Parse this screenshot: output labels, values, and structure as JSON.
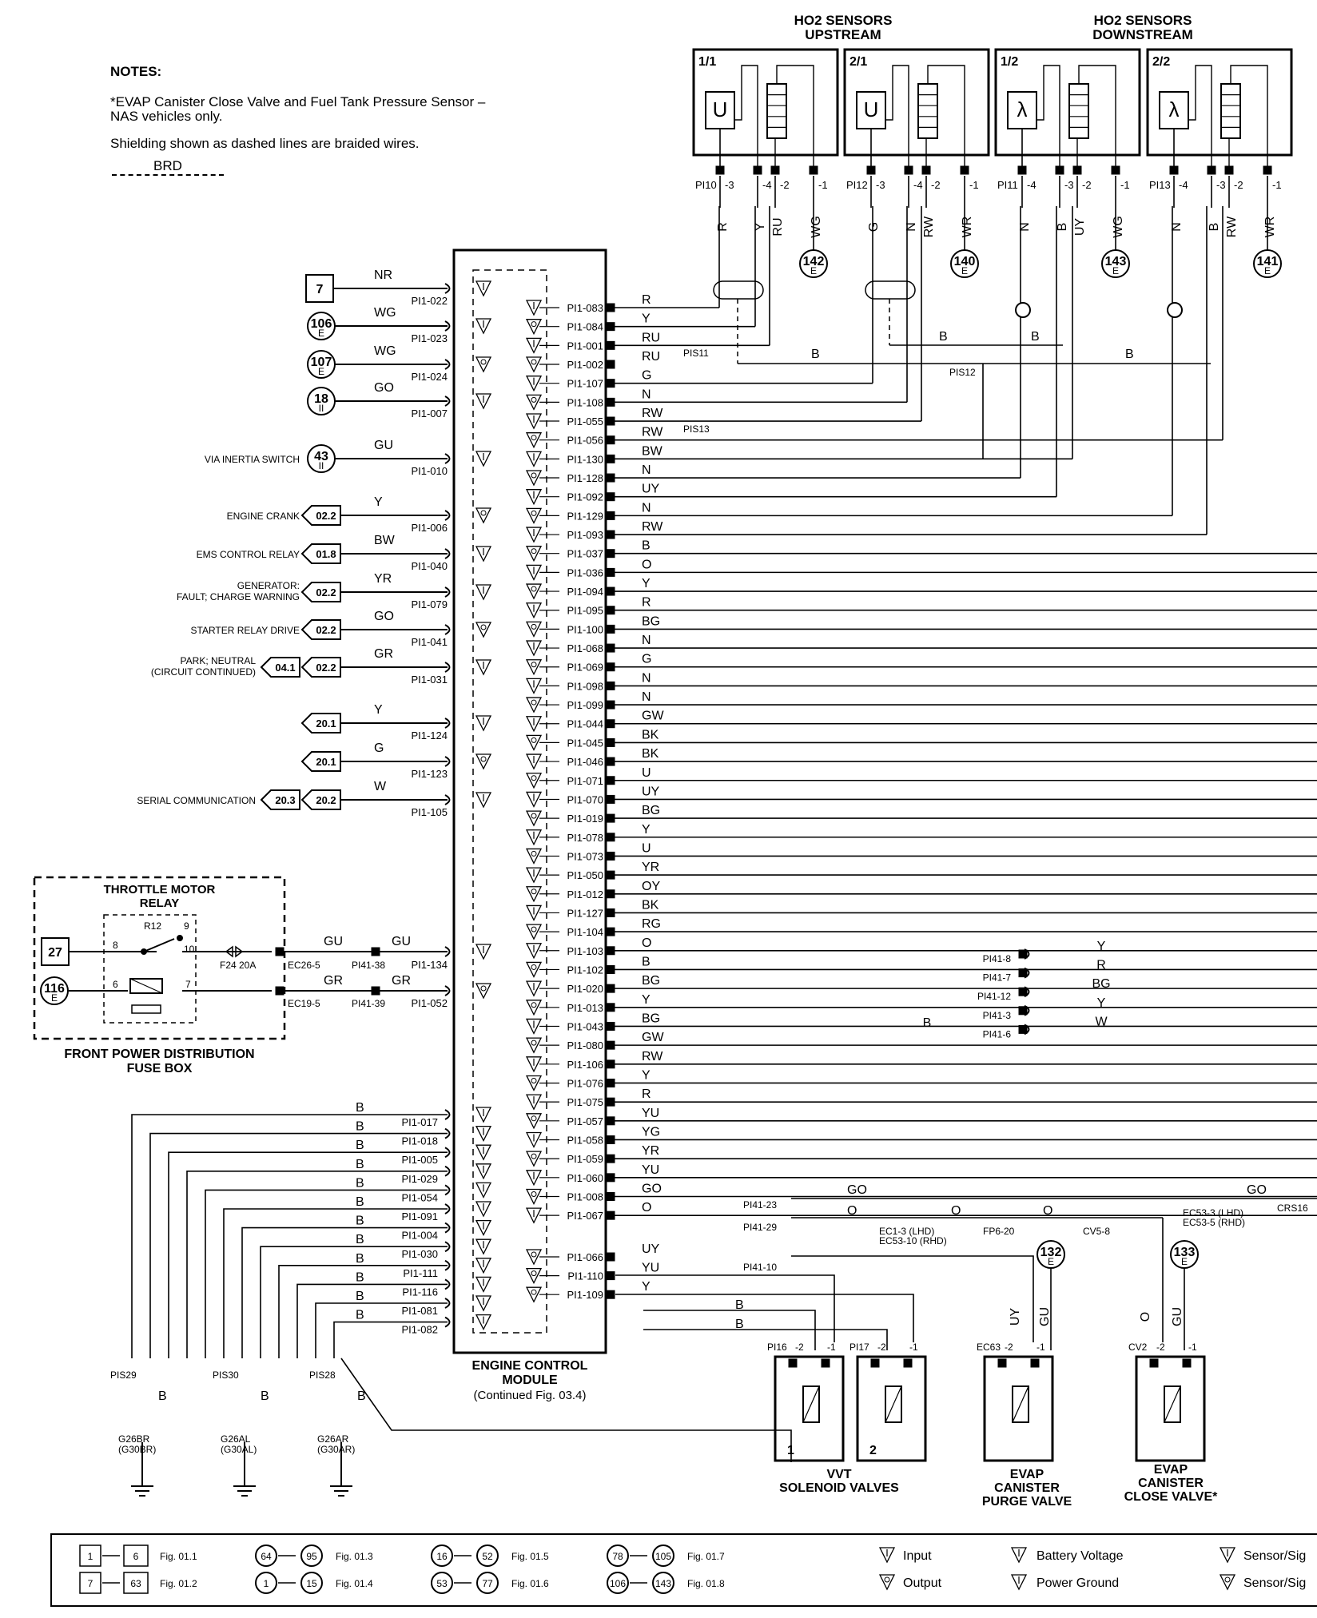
{
  "notes": {
    "title": "NOTES:",
    "line1": "*EVAP Canister Close Valve and Fuel Tank Pressure Sensor –",
    "line2": "NAS vehicles only.",
    "line3": "Shielding shown as dashed lines are braided wires.",
    "line4": "BRD"
  },
  "headers": {
    "upstream_1": "HO2 SENSORS",
    "upstream_2": "UPSTREAM",
    "downstream_1": "HO2 SENSORS",
    "downstream_2": "DOWNSTREAM"
  },
  "sensors": [
    {
      "id": "1/1",
      "symbol": "U",
      "connector": "PI10",
      "pins": [
        "-3",
        "-4",
        "-2",
        "-1"
      ],
      "wires": [
        "R",
        "Y",
        "RU",
        "WG"
      ],
      "ground": "142"
    },
    {
      "id": "2/1",
      "symbol": "U",
      "connector": "PI12",
      "pins": [
        "-3",
        "-4",
        "-2",
        "-1"
      ],
      "wires": [
        "G",
        "N",
        "RW",
        "WR"
      ],
      "ground": "140"
    },
    {
      "id": "1/2",
      "symbol": "λ",
      "connector": "PI11",
      "pins": [
        "-4",
        "-3",
        "-2",
        "-1"
      ],
      "wires": [
        "N",
        "B",
        "UY",
        "WG"
      ],
      "ground": "143"
    },
    {
      "id": "2/2",
      "symbol": "λ",
      "connector": "PI13",
      "pins": [
        "-4",
        "-3",
        "-2",
        "-1"
      ],
      "wires": [
        "N",
        "B",
        "RW",
        "WR"
      ],
      "ground": "141"
    }
  ],
  "ecm": {
    "line1": "ENGINE CONTROL",
    "line2": "MODULE",
    "line3": "(Continued Fig. 03.4)"
  },
  "left_inputs": [
    {
      "ref": "7",
      "label": "",
      "wire": "NR",
      "pin": "PI1-022"
    },
    {
      "ref": "106",
      "label": "",
      "wire": "WG",
      "pin": "PI1-023"
    },
    {
      "ref": "107",
      "label": "",
      "wire": "WG",
      "pin": "PI1-024"
    },
    {
      "ref": "18",
      "label": "",
      "wire": "GO",
      "pin": "PI1-007"
    },
    {
      "ref": "43",
      "label": "VIA INERTIA SWITCH",
      "wire": "GU",
      "pin": "PI1-010"
    },
    {
      "ref": "02.2",
      "label": "ENGINE CRANK",
      "wire": "Y",
      "pin": "PI1-006"
    },
    {
      "ref": "01.8",
      "label": "EMS CONTROL RELAY",
      "wire": "BW",
      "pin": "PI1-040"
    },
    {
      "ref": "02.2",
      "label": "GENERATOR: FAULT; CHARGE WARNING",
      "wire": "YR",
      "pin": "PI1-079"
    },
    {
      "ref": "02.2",
      "label": "STARTER RELAY DRIVE",
      "wire": "GO",
      "pin": "PI1-041"
    },
    {
      "ref": "02.2",
      "label": "PARK; NEUTRAL (CIRCUIT CONTINUED)",
      "wire": "GR",
      "pin": "PI1-031",
      "ref2": "04.1"
    },
    {
      "ref": "20.1",
      "label": "",
      "wire": "Y",
      "pin": "PI1-124"
    },
    {
      "ref": "20.1",
      "label": "",
      "wire": "G",
      "pin": "PI1-123"
    },
    {
      "ref": "20.2",
      "label": "SERIAL COMMUNICATION",
      "wire": "W",
      "pin": "PI1-105",
      "ref2": "20.3"
    }
  ],
  "right_pins": [
    {
      "pin": "PI1-083",
      "wire": "R"
    },
    {
      "pin": "PI1-084",
      "wire": "Y"
    },
    {
      "pin": "PI1-001",
      "wire": "RU"
    },
    {
      "pin": "PI1-002",
      "wire": "RU"
    },
    {
      "pin": "PI1-107",
      "wire": "G"
    },
    {
      "pin": "PI1-108",
      "wire": "N"
    },
    {
      "pin": "PI1-055",
      "wire": "RW"
    },
    {
      "pin": "PI1-056",
      "wire": "RW"
    },
    {
      "pin": "PI1-130",
      "wire": "BW"
    },
    {
      "pin": "PI1-128",
      "wire": "N"
    },
    {
      "pin": "PI1-092",
      "wire": "UY"
    },
    {
      "pin": "PI1-129",
      "wire": "N"
    },
    {
      "pin": "PI1-093",
      "wire": "RW"
    },
    {
      "pin": "PI1-037",
      "wire": "B"
    },
    {
      "pin": "PI1-036",
      "wire": "O"
    },
    {
      "pin": "PI1-094",
      "wire": "Y"
    },
    {
      "pin": "PI1-095",
      "wire": "R"
    },
    {
      "pin": "PI1-100",
      "wire": "BG"
    },
    {
      "pin": "PI1-068",
      "wire": "N"
    },
    {
      "pin": "PI1-069",
      "wire": "G"
    },
    {
      "pin": "PI1-098",
      "wire": "N"
    },
    {
      "pin": "PI1-099",
      "wire": "N"
    },
    {
      "pin": "PI1-044",
      "wire": "GW"
    },
    {
      "pin": "PI1-045",
      "wire": "BK"
    },
    {
      "pin": "PI1-046",
      "wire": "BK"
    },
    {
      "pin": "PI1-071",
      "wire": "U"
    },
    {
      "pin": "PI1-070",
      "wire": "UY"
    },
    {
      "pin": "PI1-019",
      "wire": "BG"
    },
    {
      "pin": "PI1-078",
      "wire": "Y"
    },
    {
      "pin": "PI1-073",
      "wire": "U"
    },
    {
      "pin": "PI1-050",
      "wire": "YR"
    },
    {
      "pin": "PI1-012",
      "wire": "OY"
    },
    {
      "pin": "PI1-127",
      "wire": "BK"
    },
    {
      "pin": "PI1-104",
      "wire": "RG"
    },
    {
      "pin": "PI1-103",
      "wire": "O"
    },
    {
      "pin": "PI1-102",
      "wire": "B"
    },
    {
      "pin": "PI1-020",
      "wire": "BG"
    },
    {
      "pin": "PI1-013",
      "wire": "Y"
    },
    {
      "pin": "PI1-043",
      "wire": "BG"
    },
    {
      "pin": "PI1-080",
      "wire": "GW"
    },
    {
      "pin": "PI1-106",
      "wire": "RW"
    },
    {
      "pin": "PI1-076",
      "wire": "Y"
    },
    {
      "pin": "PI1-075",
      "wire": "R"
    },
    {
      "pin": "PI1-057",
      "wire": "YU"
    },
    {
      "pin": "PI1-058",
      "wire": "YG"
    },
    {
      "pin": "PI1-059",
      "wire": "YR"
    },
    {
      "pin": "PI1-060",
      "wire": "YU"
    },
    {
      "pin": "PI1-008",
      "wire": "GO"
    },
    {
      "pin": "PI1-067",
      "wire": "O"
    }
  ],
  "right_pins_lower": [
    {
      "pin": "PI1-066",
      "wire": "UY"
    },
    {
      "pin": "PI1-110",
      "wire": "YU"
    },
    {
      "pin": "PI1-109",
      "wire": "Y"
    }
  ],
  "ground_pins": [
    "PI1-017",
    "PI1-018",
    "PI1-005",
    "PI1-029",
    "PI1-054",
    "PI1-091",
    "PI1-004",
    "PI1-030",
    "PI1-111",
    "PI1-116",
    "PI1-081",
    "PI1-082"
  ],
  "ground_wire": "B",
  "splices": {
    "pis11": "PIS11",
    "pis12": "PIS12",
    "pis13": "PIS13",
    "pis29": "PIS29",
    "pis30": "PIS30",
    "pis28": "PIS28"
  },
  "grounds": [
    {
      "a": "G26BR",
      "b": "(G30BR)"
    },
    {
      "a": "G26AL",
      "b": "(G30AL)"
    },
    {
      "a": "G26AR",
      "b": "(G30AR)"
    }
  ],
  "fusebox": {
    "title1": "THROTTLE MOTOR",
    "title2": "RELAY",
    "relay": "R12",
    "ref1": "27",
    "ref2": "116",
    "fuse": "F24 20A",
    "c1": "EC26-5",
    "c2": "EC19-5",
    "c3": "PI41-38",
    "c4": "PI41-39",
    "w1": "GU",
    "w2": "GR",
    "p1": "PI1-134",
    "p2": "PI1-052",
    "pins": [
      "8",
      "9",
      "10",
      "6",
      "7"
    ],
    "foot1": "FRONT POWER DISTRIBUTION",
    "foot2": "FUSE BOX"
  },
  "pi41": [
    {
      "pin": "PI41-8",
      "wire": "Y"
    },
    {
      "pin": "PI41-7",
      "wire": "R"
    },
    {
      "pin": "PI41-12",
      "wire": "BG"
    },
    {
      "pin": "PI41-3",
      "wire": "Y"
    },
    {
      "pin": "PI41-6",
      "wire": "W"
    }
  ],
  "lower_conn": {
    "pi41_23": "PI41-23",
    "pi41_29": "PI41-29",
    "pi41_10": "PI41-10",
    "ec1": "EC1-3 (LHD)",
    "ec53": "EC53-10 (RHD)",
    "fp6": "FP6-20",
    "cv5": "CV5-8",
    "ec53a": "EC53-3 (LHD)",
    "ec53b": "EC53-5 (RHD)",
    "crs16": "CRS16",
    "go": "GO",
    "o": "O",
    "b": "B",
    "ec63": "EC63",
    "cv2": "CV2",
    "pi16": "PI16",
    "pi17": "PI17"
  },
  "components": {
    "vvt1": "VVT",
    "vvt2": "SOLENOID VALVES",
    "v1": "1",
    "v2": "2",
    "purge1": "EVAP",
    "purge2": "CANISTER",
    "purge3": "PURGE VALVE",
    "purge_ref": "132",
    "close1": "EVAP",
    "close2": "CANISTER",
    "close3": "CLOSE VALVE*",
    "close_ref": "133"
  },
  "legend": [
    {
      "a": "1",
      "b": "6",
      "fig": "Fig. 01.1"
    },
    {
      "a": "7",
      "b": "63",
      "fig": "Fig. 01.2"
    },
    {
      "a": "64",
      "b": "95",
      "fig": "Fig. 01.3"
    },
    {
      "a": "1",
      "b": "15",
      "fig": "Fig. 01.4"
    },
    {
      "a": "16",
      "b": "52",
      "fig": "Fig. 01.5"
    },
    {
      "a": "53",
      "b": "77",
      "fig": "Fig. 01.6"
    },
    {
      "a": "78",
      "b": "105",
      "fig": "Fig. 01.7"
    },
    {
      "a": "106",
      "b": "143",
      "fig": "Fig. 01.8"
    }
  ],
  "legend_symbols": {
    "input": "Input",
    "output": "Output",
    "battery": "Battery Voltage",
    "power_ground": "Power Ground",
    "sensor": "Sensor/Sig"
  }
}
